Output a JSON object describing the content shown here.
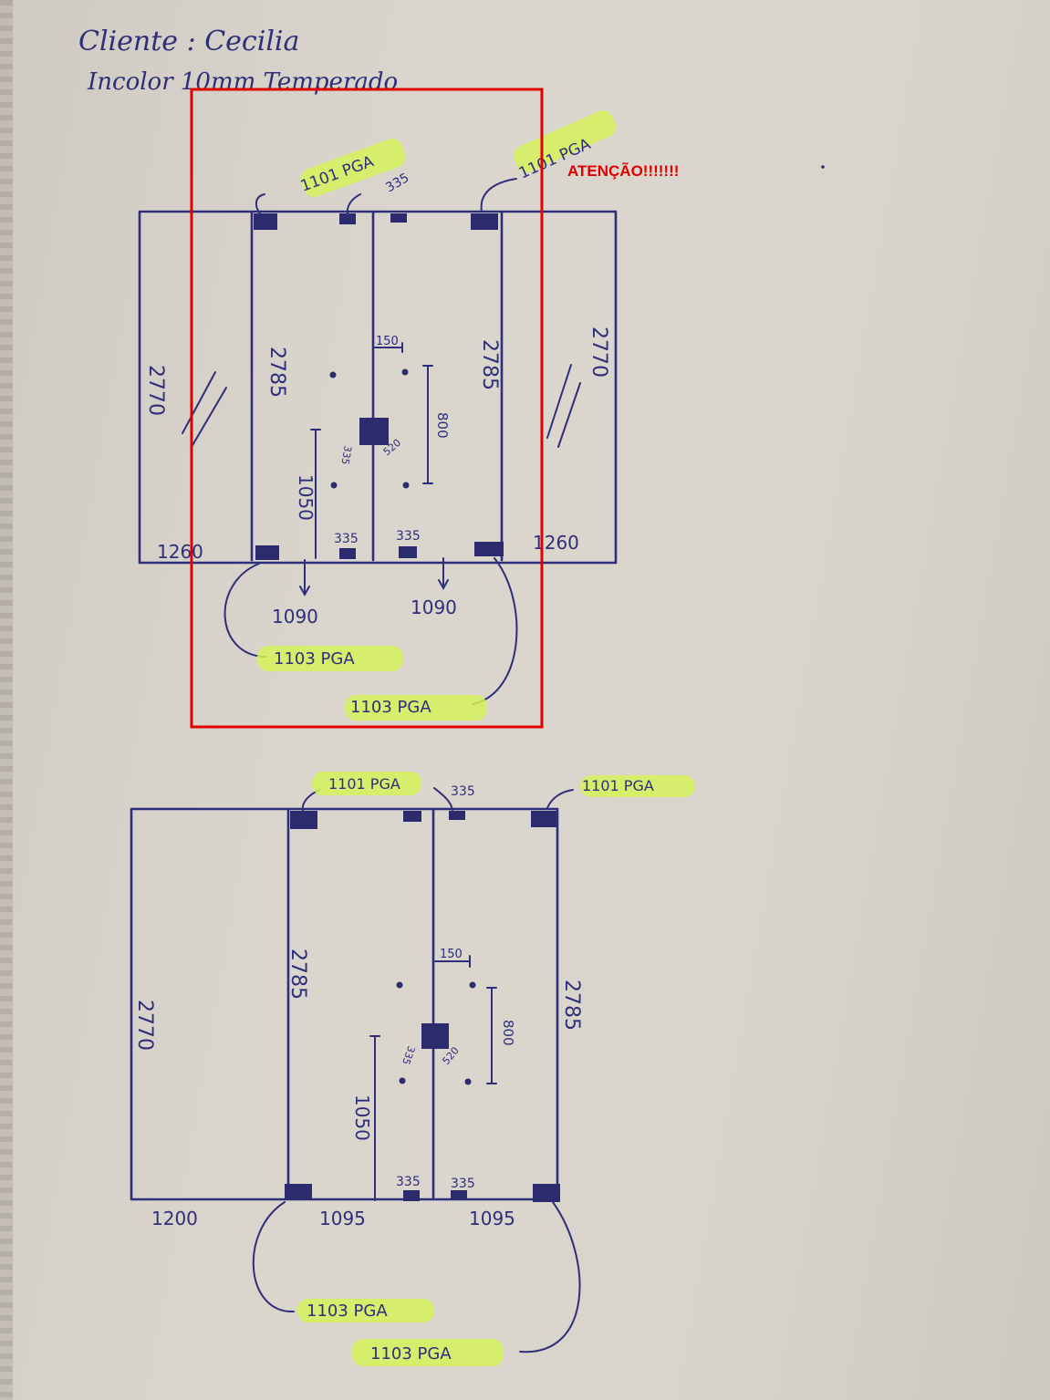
{
  "header": {
    "cliente_line": "Cliente : Cecilia",
    "incolor_line": "Incolor 10mm Temperado"
  },
  "warning": {
    "text": "ATENÇÃO!!!!!!!",
    "color": "#e00000"
  },
  "drawing_top": {
    "heights": [
      "2770",
      "2785",
      "2785",
      "2770"
    ],
    "bottom_widths": [
      "1260",
      "1260"
    ],
    "door_widths": [
      "1090",
      "1090"
    ],
    "gap_labels": [
      "335",
      "335",
      "335"
    ],
    "handle": {
      "offset": "150",
      "span": "800",
      "left": "335",
      "right": "520"
    },
    "door_height": "1050",
    "fittings": [
      "1101 PGA",
      "1101 PGA",
      "1103 PGA",
      "1103 PGA"
    ]
  },
  "drawing_bottom": {
    "heights": [
      "2770",
      "2785",
      "2785"
    ],
    "bottom_widths": [
      "1200",
      "1095",
      "1095"
    ],
    "gap_labels": [
      "335",
      "335",
      "335"
    ],
    "handle": {
      "offset": "150",
      "span": "800",
      "left": "335",
      "right": "520"
    },
    "door_height": "1050",
    "fittings": [
      "1101 PGA",
      "1101 PGA",
      "1103 PGA",
      "1103 PGA"
    ]
  },
  "colors": {
    "ink": "#2e2e7a",
    "highlighter": "#d6f25a",
    "annotation_box": "#e00000"
  }
}
